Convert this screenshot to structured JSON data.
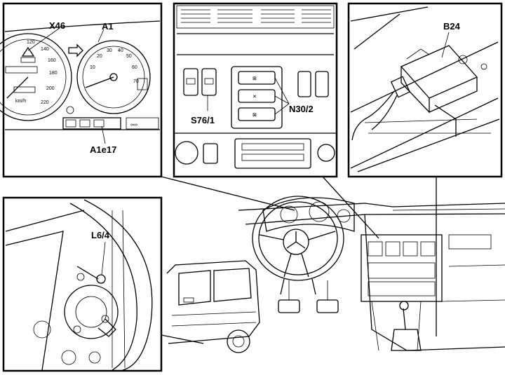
{
  "labels": {
    "x46": "X46",
    "a1": "A1",
    "a1e17": "A1e17",
    "s76_1": "S76/1",
    "n30_2": "N30/2",
    "b24": "B24",
    "l6_4": "L6/4"
  },
  "gauges": {
    "speedo_ticks": [
      "120",
      "140",
      "160",
      "180",
      "200",
      "220"
    ],
    "km_unit": "km/h",
    "tacho_ticks": [
      "10",
      "20",
      "30",
      "40",
      "50",
      "60",
      "70"
    ]
  }
}
